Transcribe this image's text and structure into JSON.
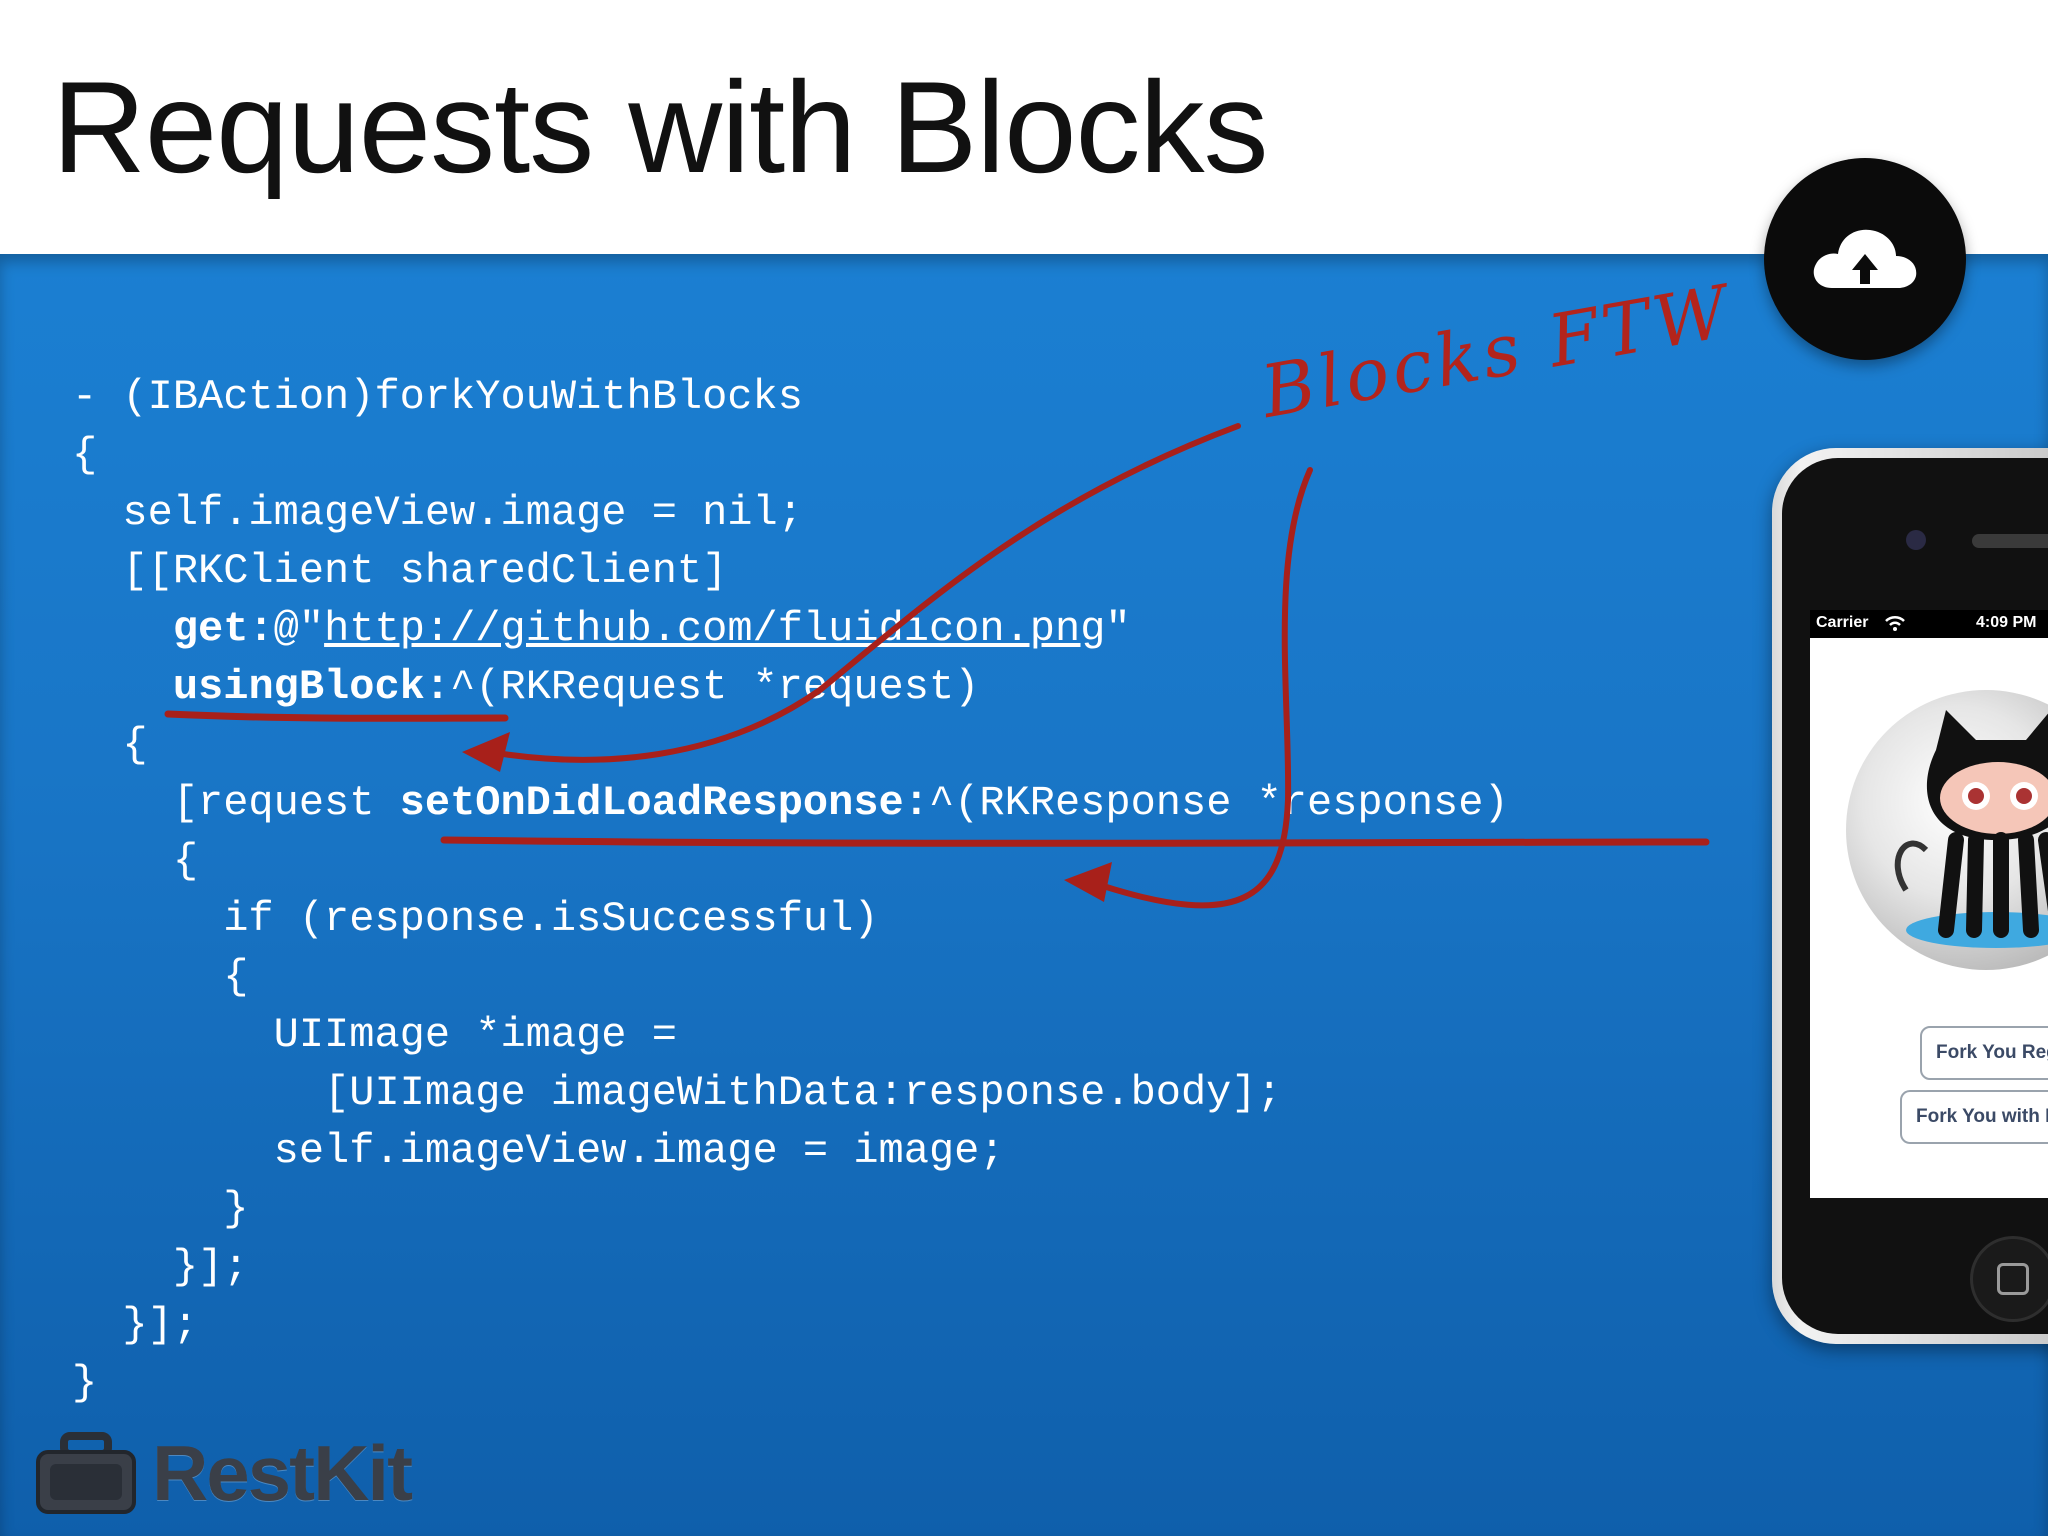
{
  "slide": {
    "title": "Requests with Blocks"
  },
  "code": {
    "l1": "- (IBAction)forkYouWithBlocks",
    "l2": "{",
    "l3": "  self.imageView.image = nil;",
    "l4": "  [[RKClient sharedClient]",
    "l5_indent": "    ",
    "l5_kw": "get:",
    "l5_at": "@\"",
    "l5_url": "http://github.com/fluidicon.png",
    "l5_end": "\"",
    "l6_indent": "    ",
    "l6_kw": "usingBlock:",
    "l6_rest": "^(RKRequest *request)",
    "l7": "  {",
    "l8_a": "    [request ",
    "l8_kw": "setOnDidLoadResponse:",
    "l8_rest": "^(RKResponse *response)",
    "l9": "    {",
    "l10": "      if (response.isSuccessful)",
    "l11": "      {",
    "l12": "        UIImage *image =",
    "l13": "          [UIImage imageWithData:response.body];",
    "l14": "        self.imageView.image = image;",
    "l15": "      }",
    "l16": "    }];",
    "l17": "  }];",
    "l18": "}"
  },
  "annotation": {
    "text": "Blocks FTW",
    "color": "#b3241c"
  },
  "phone": {
    "carrier": "Carrier",
    "time": "4:09 PM",
    "button1": "Fork You Reg",
    "button2": "Fork You with B"
  },
  "logo": {
    "text": "RestKit"
  },
  "colors": {
    "background_top": "#1b7fd2",
    "background_bottom": "#0f5fab",
    "code_text": "#ffffff"
  }
}
